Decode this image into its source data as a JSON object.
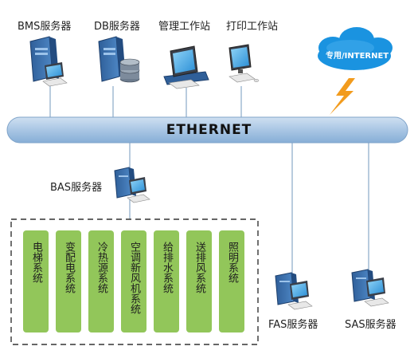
{
  "servers": {
    "bms": "BMS服务器",
    "db": "DB服务器",
    "mgmt": "管理工作站",
    "print": "打印工作站",
    "bas": "BAS服务器",
    "fas": "FAS服务器",
    "sas": "SAS服务器"
  },
  "cloud_label": "专用/INTERNET",
  "bus_label": "ETHERNET",
  "subsystems": [
    "电梯系统",
    "变配电系统",
    "冷热源系统",
    "空调新风机系统",
    "给排水系统",
    "送排风系统",
    "照明系统"
  ],
  "colors": {
    "bus": "#9fbfdf",
    "subsystem": "#92c65a",
    "cloud": "#1a93e0",
    "lightning": "#f29b1d"
  }
}
